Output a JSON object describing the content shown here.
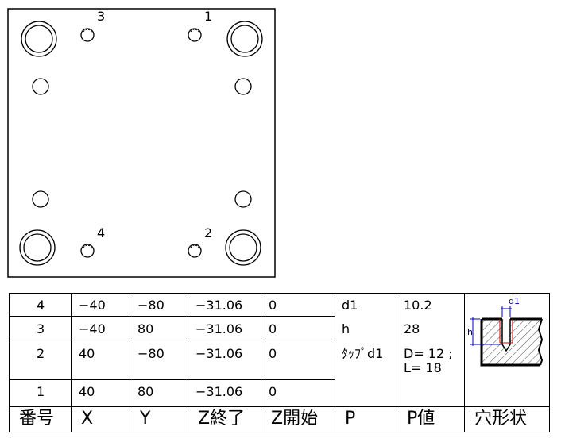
{
  "drawing": {
    "hole_labels": [
      "1",
      "2",
      "3",
      "4"
    ]
  },
  "table": {
    "headers": [
      "番号",
      "X",
      "Y",
      "Z終了",
      "Z開始",
      "P",
      "P値",
      "穴形状"
    ],
    "rows": [
      {
        "no": "4",
        "x": "−40",
        "y": "−80",
        "zend": "−31.06",
        "zstart": "0"
      },
      {
        "no": "3",
        "x": "−40",
        "y": "80",
        "zend": "−31.06",
        "zstart": "0"
      },
      {
        "no": "2",
        "x": "40",
        "y": "−80",
        "zend": "−31.06",
        "zstart": "0"
      },
      {
        "no": "1",
        "x": "40",
        "y": "80",
        "zend": "−31.06",
        "zstart": "0"
      }
    ],
    "params": [
      {
        "name": "d1",
        "value": "10.2"
      },
      {
        "name": "h",
        "value": "28"
      },
      {
        "name": "ﾀｯﾌﾟd1",
        "value": "D= 12 ;\nL= 18"
      }
    ]
  },
  "hole_shape": {
    "dim_d1": "d1",
    "dim_h": "h"
  }
}
